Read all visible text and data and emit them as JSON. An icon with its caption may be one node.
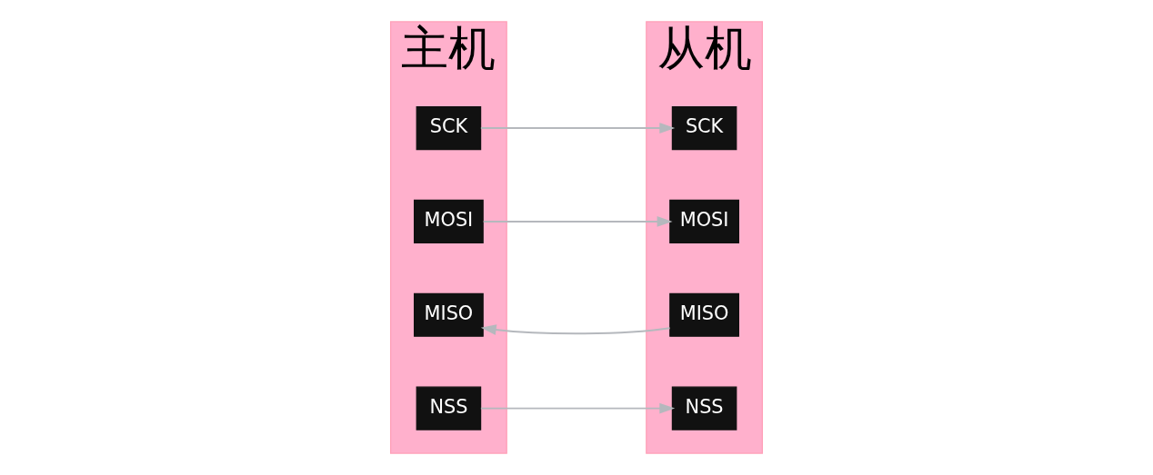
{
  "diagram": {
    "nodes": [
      {
        "text": [
          "主机"
        ]
      },
      {
        "text": [
          "SCK"
        ],
        "in": 0
      },
      {
        "text": [
          "MOSI"
        ],
        "in": 0
      },
      {
        "text": [
          "MISO"
        ],
        "in": 0
      },
      {
        "text": [
          "NSS"
        ],
        "in": 0
      },
      {
        "text": [
          "从机"
        ]
      },
      {
        "text": [
          "SCK"
        ],
        "in": 5
      },
      {
        "text": [
          "MOSI"
        ],
        "in": 5
      },
      {
        "text": [
          "MISO"
        ],
        "in": 5
      },
      {
        "text": [
          "NSS"
        ],
        "in": 5
      }
    ],
    "edges": [
      {
        "from": 1,
        "to": 6,
        "arrow": "to"
      },
      {
        "from": 2,
        "to": 7,
        "arrow": "to"
      },
      {
        "from": 8,
        "to": 3,
        "arrow": "to"
      },
      {
        "from": 4,
        "to": 9,
        "arrow": "to"
      }
    ]
  }
}
